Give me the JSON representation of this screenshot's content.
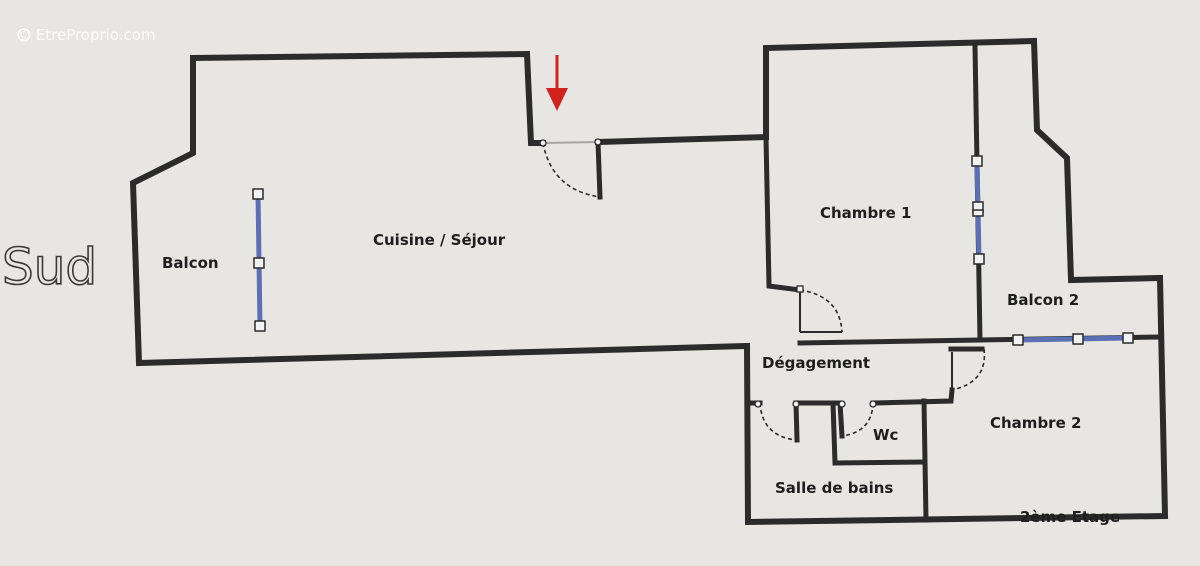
{
  "watermark": "© EtreProprio.com",
  "orientation_label": "Sud",
  "floor_label": "2ème Etage",
  "rooms": {
    "balcon": "Balcon",
    "cuisine_sejour": "Cuisine / Séjour",
    "chambre_1": "Chambre 1",
    "balcon_2": "Balcon 2",
    "degagement": "Dégagement",
    "wc": "Wc",
    "chambre_2": "Chambre 2",
    "salle_de_bains": "Salle de bains"
  },
  "colors": {
    "wall": "#2b2b2b",
    "glass": "#5b6fb5",
    "entrance_arrow": "#d0231c",
    "background": "#e7e6e2"
  },
  "icons": {
    "entrance": "red-down-arrow-icon"
  }
}
